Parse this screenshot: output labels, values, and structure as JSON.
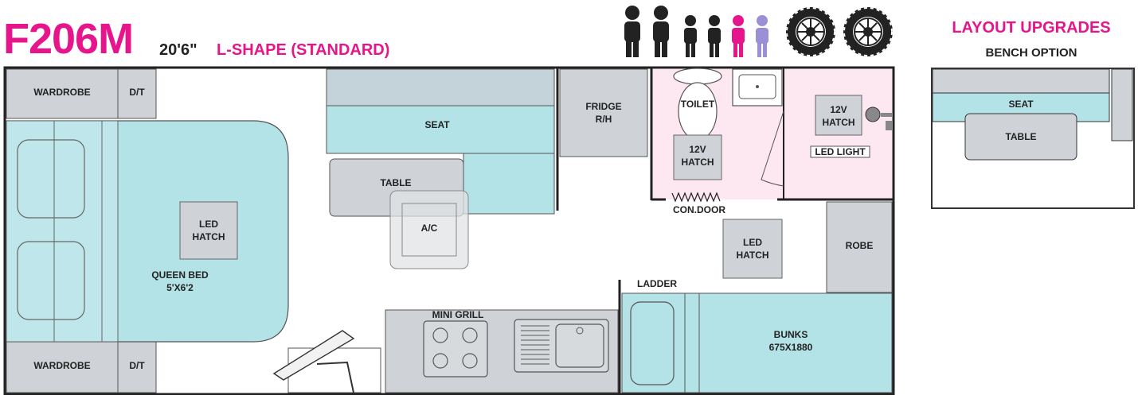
{
  "header": {
    "model": "F206M",
    "length": "20'6\"",
    "layout": "L-SHAPE (STANDARD)"
  },
  "icons": {
    "people": [
      "adult-icon",
      "adult-icon",
      "child-icon",
      "child-icon",
      "child-icon",
      "child-icon"
    ],
    "wheels": [
      "offroad-wheel-icon",
      "offroad-wheel-icon"
    ]
  },
  "colors": {
    "brand": "#e6158c",
    "cushion": "#b4e3e7",
    "cabinet": "#cfd3d8",
    "ensuite": "#fde7f1",
    "outline": "#333333",
    "child_pink": "#e6158c",
    "child_purple": "#9b8fd6"
  },
  "labels": {
    "wardrobe_top": "WARDROBE",
    "dt_top": "D/T",
    "wardrobe_bottom": "WARDROBE",
    "dt_bottom": "D/T",
    "led_hatch_bed": "LED\nHATCH",
    "queen_bed": "QUEEN BED\n5'X6'2",
    "seat": "SEAT",
    "table": "TABLE",
    "ac": "A/C",
    "fridge": "FRIDGE\nR/H",
    "toilet": "TOILET",
    "hatch_toilet": "12V\nHATCH",
    "hatch_shower": "12V\nHATCH",
    "led_light": "LED LIGHT",
    "con_door": "CON.DOOR",
    "led_hatch_mid": "LED\nHATCH",
    "robe": "ROBE",
    "ladder": "LADDER",
    "mini_grill": "MINI GRILL",
    "bunks": "BUNKS\n675X1880"
  },
  "upgrades": {
    "title": "LAYOUT UPGRADES",
    "subtitle": "BENCH OPTION",
    "seat": "SEAT",
    "table": "TABLE"
  }
}
